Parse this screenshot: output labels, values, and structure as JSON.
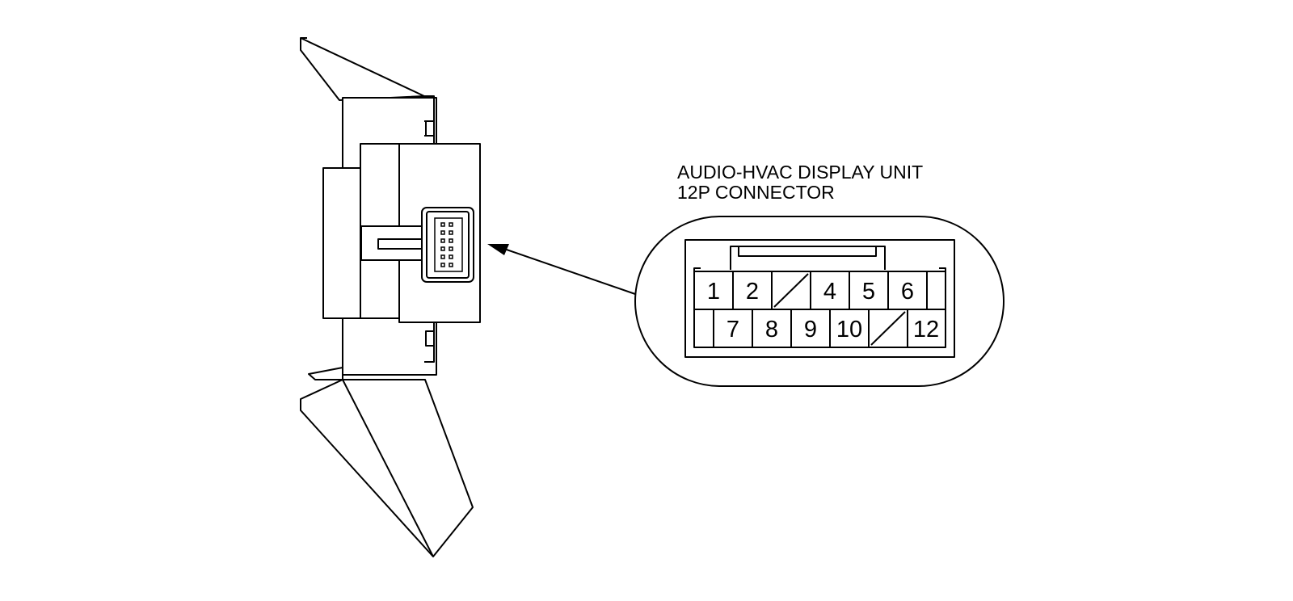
{
  "caption": {
    "line1": "AUDIO-HVAC DISPLAY UNIT",
    "line2": "12P CONNECTOR"
  },
  "connector": {
    "top_row": [
      "1",
      "2",
      "",
      "4",
      "5",
      "6"
    ],
    "bottom_row": [
      "7",
      "8",
      "9",
      "10",
      "",
      "12"
    ]
  }
}
